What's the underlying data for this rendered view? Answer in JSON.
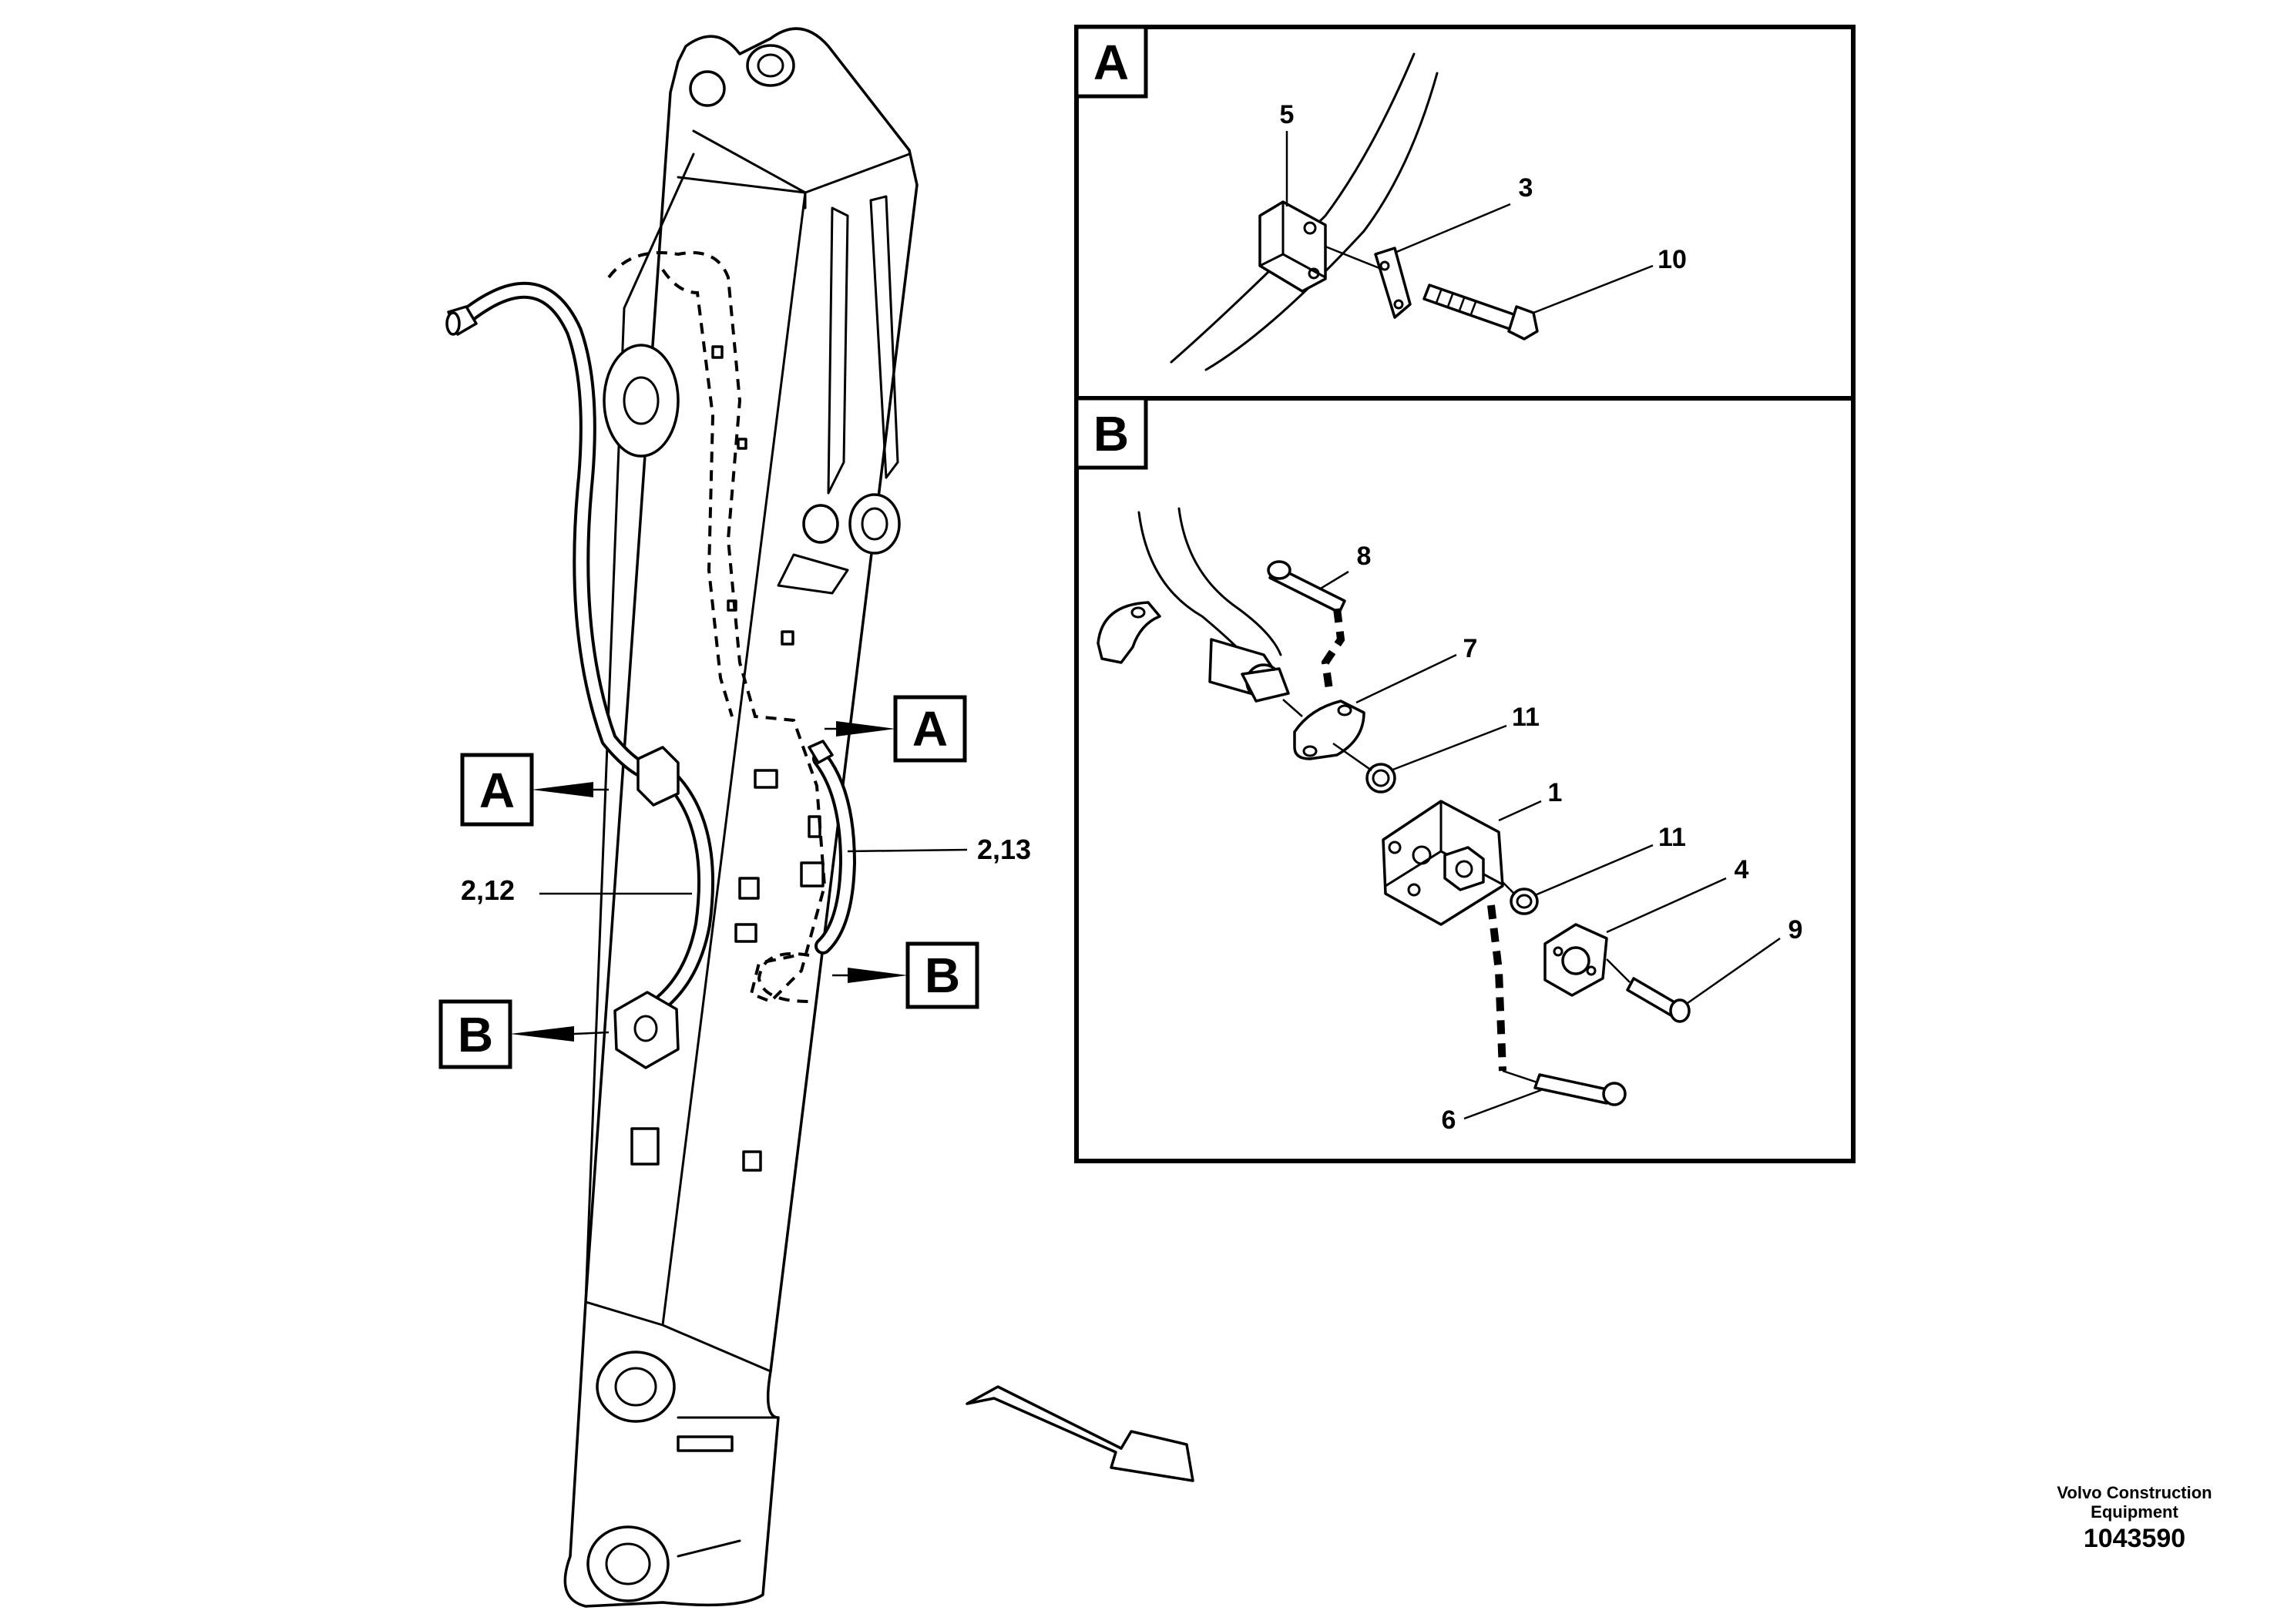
{
  "view_labels": {
    "detail_a": "A",
    "detail_b": "B"
  },
  "boom_callouts": {
    "a_left": "A",
    "a_right": "A",
    "b_left": "B",
    "b_right": "B",
    "hose_left": "2,12",
    "hose_right": "2,13"
  },
  "detail_a_parts": {
    "p5": "5",
    "p3": "3",
    "p10": "10"
  },
  "detail_b_parts": {
    "p8": "8",
    "p7": "7",
    "p11_top": "11",
    "p1": "1",
    "p11_bottom": "11",
    "p4": "4",
    "p9": "9",
    "p6": "6"
  },
  "footer": {
    "company_line1": "Volvo Construction",
    "company_line2": "Equipment",
    "drawing_number": "1043590"
  }
}
